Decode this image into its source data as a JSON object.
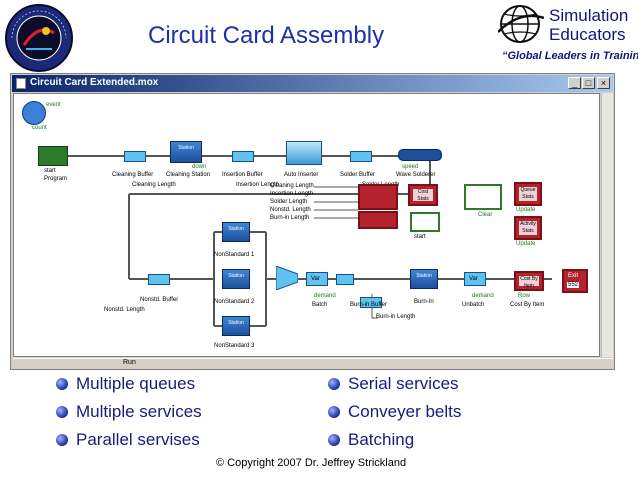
{
  "slide": {
    "title": "Circuit Card Assembly",
    "copyright": "© Copyright 2007 Dr. Jeffrey Strickland"
  },
  "logo": {
    "name_line1": "Simulation",
    "name_line2": "Educators",
    "tagline": "“Global Leaders in Training”",
    "seal_icon": "agency-seal-icon",
    "globe_icon": "globe-icon"
  },
  "window": {
    "title": "Circuit Card Extended.mox",
    "buttons": [
      "_",
      "□",
      "×"
    ],
    "status_run": "Run"
  },
  "model": {
    "event_label": "event",
    "count_label": "count",
    "program_label": "Program",
    "start_label": "start",
    "cleaning_buffer": "Cleaning Buffer",
    "cleaning_station": "Cleaning Station",
    "insertion_buffer": "Insertion Buffer",
    "auto_inserter": "Auto Inserter",
    "solder_buffer": "Solder Buffer",
    "wave_solderer": "Wave Solderer",
    "cleaning_length": "Cleaning Length",
    "insertion_length": "Insertion Length",
    "solder_length": "Solder Length",
    "nonstd_length_list": "Nonstd. Length",
    "burnin_length_list": "Burn-in Length",
    "nonstd_buffer": "Nonstd. Buffer",
    "nonstd_length": "Nonstd. Length",
    "nonstandard_1": "NonStandard 1",
    "nonstandard_2": "NonStandard 2",
    "nonstandard_3": "NonStandard 3",
    "station_label": "Station",
    "var_label": "Var",
    "batch_label": "Batch",
    "burnin_buffer": "Burn-in Buffer",
    "burnin_label": "Burn-In",
    "unbatch_label": "Unbatch",
    "burnin_length": "Burn-in Length",
    "demand_label": "demand",
    "cost_stats": "Cost Stats",
    "clear_label": "Clear",
    "queue_stats": "Queue Stats",
    "activity_stats": "Activity Stats",
    "update_label": "Update",
    "cost_by_item": "Cost By Item",
    "row_label": "Row",
    "exit_label": "Exit",
    "exit_count": "552",
    "down_label": "down",
    "speed_label": "speed"
  },
  "bullets": {
    "left": [
      "Multiple queues",
      "Multiple services",
      "Parallel servises"
    ],
    "right": [
      "Serial services",
      "Conveyer belts",
      "Batching"
    ]
  },
  "colors": {
    "title_blue": "#1f2fa8",
    "titlebar_dark": "#0a246a",
    "block_blue": "#5ec3ee",
    "stats_red": "#b4232d"
  }
}
